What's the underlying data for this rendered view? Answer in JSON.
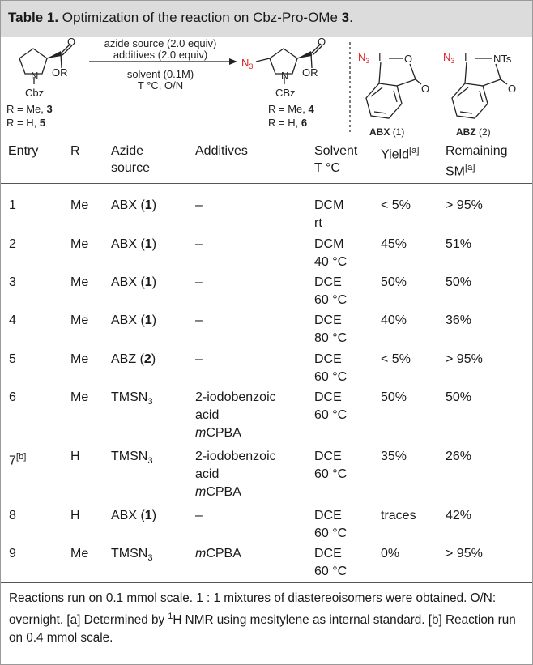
{
  "caption": {
    "label": "Table 1.",
    "text_before": "Optimization of the reaction on Cbz-Pro-OMe ",
    "compound": "3",
    "text_after": "."
  },
  "scheme": {
    "reagent_line1": "azide source (2.0 equiv)",
    "reagent_line2": "additives (2.0 equiv)",
    "condition_line1": "solvent  (0.1M)",
    "condition_line2": "T °C, O/N",
    "sm_protect": "Cbz",
    "sm_or": "OR",
    "sm_o": "O",
    "sm_n": "N",
    "sm_r1": "R = Me, ",
    "sm_r1_num": "3",
    "sm_r2": "R = H, ",
    "sm_r2_num": "5",
    "pr_n3": "N",
    "pr_n3_sub": "3",
    "pr_protect": "CBz",
    "pr_or": "OR",
    "pr_o": "O",
    "pr_n": "N",
    "pr_r1": "R = Me, ",
    "pr_r1_num": "4",
    "pr_r2": "R = H, ",
    "pr_r2_num": "6",
    "abx_n3": "N",
    "abx_n3_sub": "3",
    "abx_i": "I",
    "abx_o1": "O",
    "abx_o2": "O",
    "abx_name": "ABX",
    "abx_num": "(1)",
    "abz_n3": "N",
    "abz_n3_sub": "3",
    "abz_i": "I",
    "abz_nts": "NTs",
    "abz_o": "O",
    "abz_name": "ABZ",
    "abz_num": "(2)",
    "accent": "#e0201f"
  },
  "headers": {
    "entry": "Entry",
    "r": "R",
    "azide1": "Azide",
    "azide2": "source",
    "additives": "Additives",
    "solvent1": "Solvent",
    "solvent2": "T °C",
    "yield": "Yield",
    "yield_note": "[a]",
    "remaining1": "Remaining",
    "remaining2": "SM",
    "remaining_note": "[a]"
  },
  "rows": [
    {
      "entry": "1",
      "entry_note": "",
      "r": "Me",
      "azide": "ABX",
      "azide_num": "1",
      "tms": false,
      "additives": [
        "–"
      ],
      "solvent": "DCM",
      "temp": "rt",
      "yield": "< 5%",
      "sm": "> 95%"
    },
    {
      "entry": "2",
      "entry_note": "",
      "r": "Me",
      "azide": "ABX",
      "azide_num": "1",
      "tms": false,
      "additives": [
        "–"
      ],
      "solvent": "DCM",
      "temp": "40 °C",
      "yield": "45%",
      "sm": "51%"
    },
    {
      "entry": "3",
      "entry_note": "",
      "r": "Me",
      "azide": "ABX",
      "azide_num": "1",
      "tms": false,
      "additives": [
        "–"
      ],
      "solvent": "DCE",
      "temp": "60 °C",
      "yield": "50%",
      "sm": "50%"
    },
    {
      "entry": "4",
      "entry_note": "",
      "r": "Me",
      "azide": "ABX",
      "azide_num": "1",
      "tms": false,
      "additives": [
        "–"
      ],
      "solvent": "DCE",
      "temp": "80 °C",
      "yield": "40%",
      "sm": "36%"
    },
    {
      "entry": "5",
      "entry_note": "",
      "r": "Me",
      "azide": "ABZ",
      "azide_num": "2",
      "tms": false,
      "additives": [
        "–"
      ],
      "solvent": "DCE",
      "temp": "60 °C",
      "yield": "< 5%",
      "sm": "> 95%"
    },
    {
      "entry": "6",
      "entry_note": "",
      "r": "Me",
      "azide": "TMSN",
      "azide_num": "3",
      "tms": true,
      "additives": [
        "2-iodobenzoic",
        "acid",
        "mCPBA"
      ],
      "solvent": "DCE",
      "temp": "60 °C",
      "yield": "50%",
      "sm": "50%"
    },
    {
      "entry": "7",
      "entry_note": "[b]",
      "r": "H",
      "azide": "TMSN",
      "azide_num": "3",
      "tms": true,
      "additives": [
        "2-iodobenzoic",
        "acid",
        "mCPBA"
      ],
      "solvent": "DCE",
      "temp": "60 °C",
      "yield": "35%",
      "sm": "26%"
    },
    {
      "entry": "8",
      "entry_note": "",
      "r": "H",
      "azide": "ABX",
      "azide_num": "1",
      "tms": false,
      "additives": [
        "–"
      ],
      "solvent": "DCE",
      "temp": "60 °C",
      "yield": "traces",
      "sm": "42%"
    },
    {
      "entry": "9",
      "entry_note": "",
      "r": "Me",
      "azide": "TMSN",
      "azide_num": "3",
      "tms": true,
      "additives": [
        "mCPBA"
      ],
      "solvent": "DCE",
      "temp": "60 °C",
      "yield": "0%",
      "sm": "> 95%"
    }
  ],
  "footnotes": {
    "line1": "Reactions run on 0.1 mmol scale. 1 : 1 mixtures of diastereoisomers were obtained. O/N: overnight. [a] Determined by ",
    "nmr_sup": "1",
    "line2": "H NMR using mesitylene as internal standard. [b] Reaction run on 0.4 mmol scale."
  }
}
